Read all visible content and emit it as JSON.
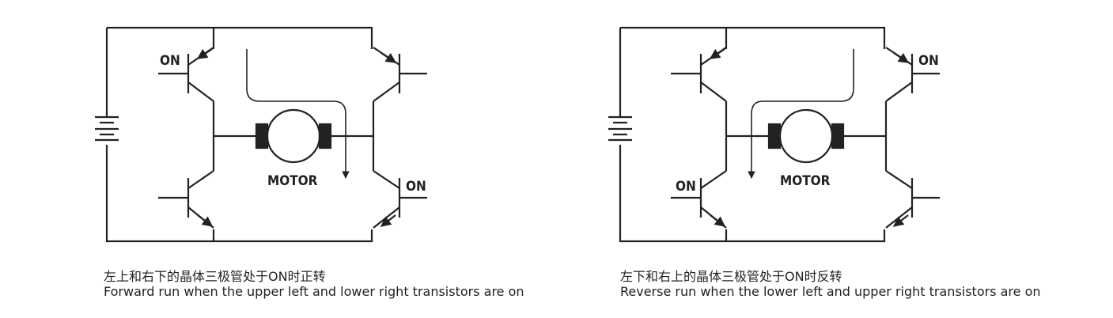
{
  "panels": [
    {
      "motor_label": "MOTOR",
      "on_labels": [
        "ON",
        "ON"
      ],
      "caption_zh": "左上和右下的晶体三极管处于ON时正转",
      "caption_en": "Forward run when the upper left and lower right transistors are on"
    },
    {
      "motor_label": "MOTOR",
      "on_labels": [
        "ON",
        "ON"
      ],
      "caption_zh": "左下和右上的晶体三极管处于ON时反转",
      "caption_en": "Reverse run when the lower left and upper right transistors are on"
    }
  ],
  "colors": {
    "line": "#222222",
    "text": "#222222"
  }
}
